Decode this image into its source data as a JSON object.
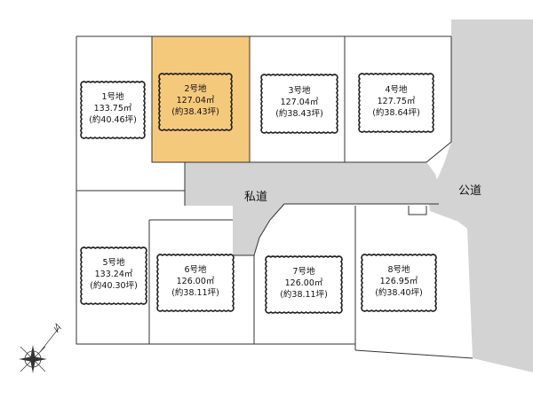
{
  "roads": {
    "private_road_label": "私道",
    "public_road_label": "公道"
  },
  "highlight_color": "#F5C97B",
  "road_color": "#D3D3D3",
  "lots": [
    {
      "name": "1号地",
      "area": "133.75㎡",
      "tsubo": "(約40.46坪)",
      "highlighted": false
    },
    {
      "name": "2号地",
      "area": "127.04㎡",
      "tsubo": "(約38.43坪)",
      "highlighted": true
    },
    {
      "name": "3号地",
      "area": "127.04㎡",
      "tsubo": "(約38.43坪)",
      "highlighted": false
    },
    {
      "name": "4号地",
      "area": "127.75㎡",
      "tsubo": "(約38.64坪)",
      "highlighted": false
    },
    {
      "name": "5号地",
      "area": "133.24㎡",
      "tsubo": "(約40.30坪)",
      "highlighted": false
    },
    {
      "name": "6号地",
      "area": "126.00㎡",
      "tsubo": "(約38.11坪)",
      "highlighted": false
    },
    {
      "name": "7号地",
      "area": "126.00㎡",
      "tsubo": "(約38.11坪)",
      "highlighted": false
    },
    {
      "name": "8号地",
      "area": "126.95㎡",
      "tsubo": "(約38.40坪)",
      "highlighted": false
    }
  ],
  "compass": {
    "icon": "north-arrow-icon"
  }
}
